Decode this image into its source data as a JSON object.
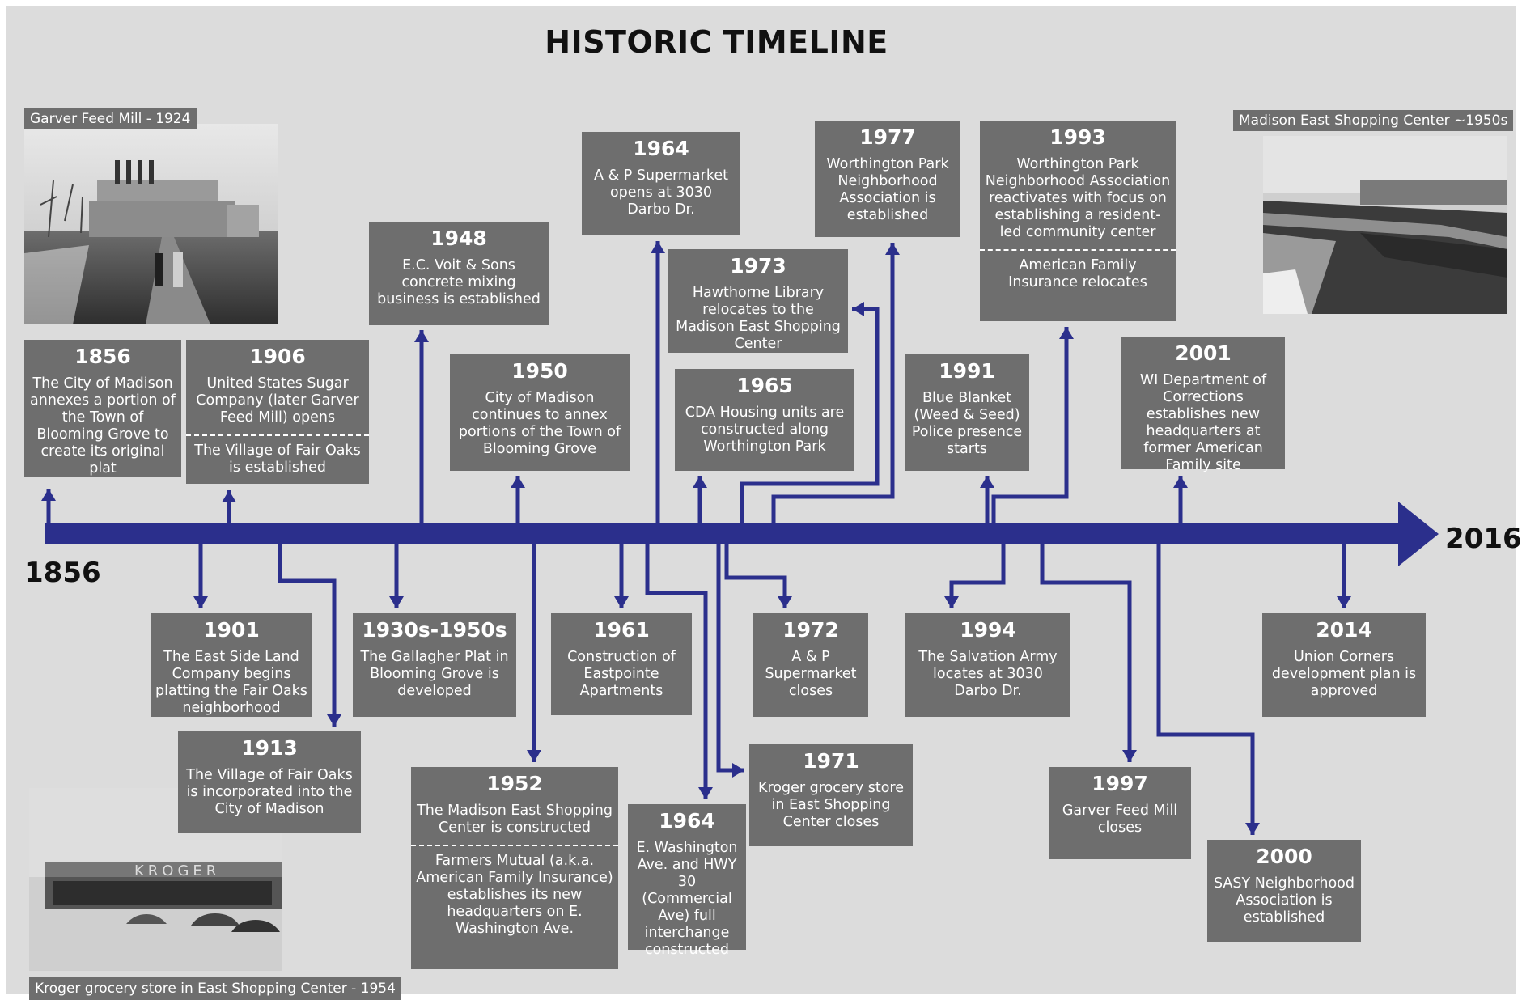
{
  "title": "HISTORIC TIMELINE",
  "axis": {
    "start": "1856",
    "end": "2016",
    "color": "#2b2f8c"
  },
  "events": [
    {
      "year": "1856",
      "text": "The City of Madison annexes a portion of the Town of Blooming Grove to create its original plat"
    },
    {
      "year": "1906",
      "text": "United States Sugar Company (later Garver Feed Mill) opens",
      "text2": "The Village of Fair Oaks is established"
    },
    {
      "year": "1948",
      "text": "E.C. Voit & Sons concrete mixing business is established"
    },
    {
      "year": "1950",
      "text": "City of Madison continues to annex portions of the Town of Blooming Grove"
    },
    {
      "year": "1964",
      "text": "A & P Supermarket opens at 3030 Darbo Dr."
    },
    {
      "year": "1973",
      "text": "Hawthorne Library relocates to the Madison East Shopping Center"
    },
    {
      "year": "1965",
      "text": "CDA Housing units are constructed along Worthington Park"
    },
    {
      "year": "1977",
      "text": "Worthington Park Neighborhood Association is established"
    },
    {
      "year": "1991",
      "text": "Blue Blanket (Weed & Seed) Police presence starts"
    },
    {
      "year": "1993",
      "text": "Worthington Park Neighborhood Association reactivates with focus on establishing a resident-led community center",
      "text2": "American Family Insurance relocates"
    },
    {
      "year": "2001",
      "text": "WI Department of Corrections establishes new headquarters at former American Family site"
    },
    {
      "year": "1901",
      "text": "The East Side Land Company begins platting the Fair Oaks neighborhood"
    },
    {
      "year": "1913",
      "text": "The Village of Fair Oaks is incorporated into the City of Madison"
    },
    {
      "year": "1930s-1950s",
      "text": "The Gallagher Plat in Blooming Grove is developed"
    },
    {
      "year": "1952",
      "text": "The Madison East Shopping Center is constructed",
      "text2": "Farmers Mutual (a.k.a. American Family Insurance) establishes its new headquarters on E. Washington Ave."
    },
    {
      "year": "1961",
      "text": "Construction of Eastpointe Apartments"
    },
    {
      "year": "1964",
      "text": "E. Washington Ave. and HWY 30 (Commercial Ave) full interchange constructed"
    },
    {
      "year": "1972",
      "text": "A & P Supermarket closes"
    },
    {
      "year": "1971",
      "text": "Kroger grocery store in East Shopping Center closes"
    },
    {
      "year": "1994",
      "text": "The Salvation Army locates at 3030 Darbo Dr."
    },
    {
      "year": "1997",
      "text": "Garver Feed Mill closes"
    },
    {
      "year": "2000",
      "text": "SASY Neighborhood Association is established"
    },
    {
      "year": "2014",
      "text": "Union Corners development plan is approved"
    }
  ],
  "photos": [
    {
      "caption": "Garver Feed Mill - 1924"
    },
    {
      "caption": "Madison East Shopping Center ~1950s"
    },
    {
      "caption": "Kroger grocery store in East Shopping Center - 1954",
      "sign": "KROGER"
    }
  ]
}
